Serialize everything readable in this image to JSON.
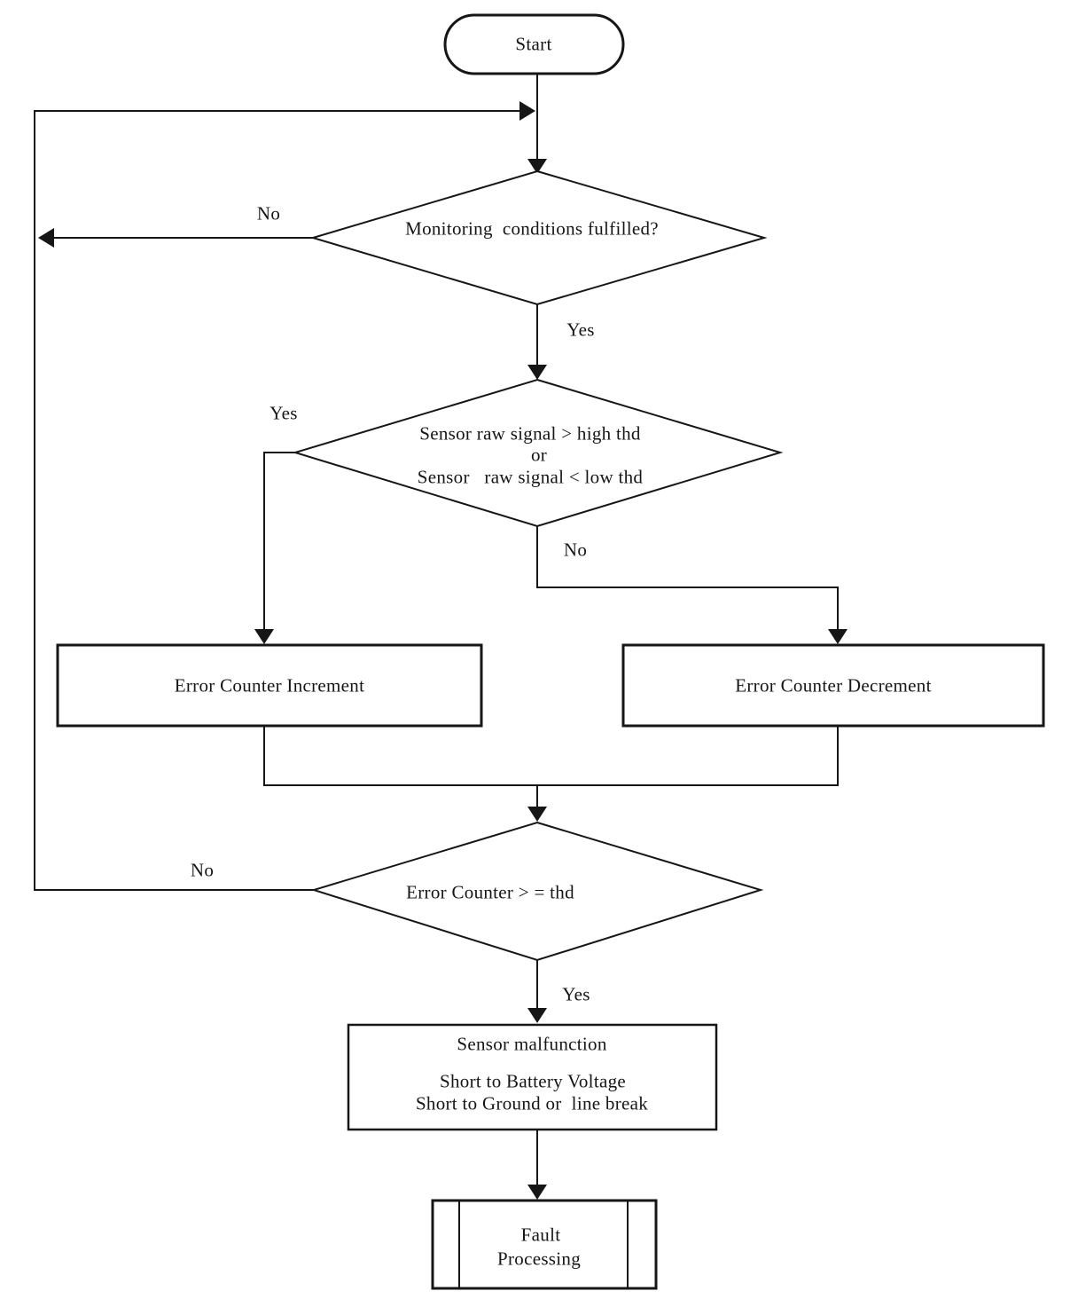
{
  "nodes": {
    "start": {
      "type": "terminator",
      "label": "Start"
    },
    "monitoring": {
      "type": "decision",
      "label": "Monitoring  conditions fulfilled?"
    },
    "signal": {
      "type": "decision",
      "line1": "Sensor raw signal > high thd",
      "line2": "or",
      "line3": "Sensor   raw signal < low thd"
    },
    "increment": {
      "type": "process",
      "label": "Error Counter Increment"
    },
    "decrement": {
      "type": "process",
      "label": "Error Counter Decrement"
    },
    "counter": {
      "type": "decision",
      "label": "Error Counter > = thd"
    },
    "malfunction": {
      "type": "process",
      "line1": "Sensor malfunction",
      "line2": "Short to Battery Voltage",
      "line3": "Short to Ground or  line break"
    },
    "fault": {
      "type": "predefined-process",
      "line1": "Fault",
      "line2": "Processing"
    }
  },
  "edge_labels": {
    "monitoring_no": "No",
    "monitoring_yes": "Yes",
    "signal_yes": "Yes",
    "signal_no": "No",
    "counter_no": "No",
    "counter_yes": "Yes"
  },
  "colors": {
    "ink": "#161616",
    "background": "#ffffff"
  }
}
